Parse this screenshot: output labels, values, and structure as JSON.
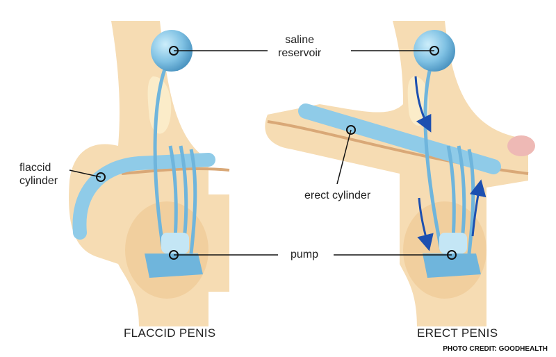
{
  "labels": {
    "reservoir_line1": "saline",
    "reservoir_line2": "reservoir",
    "flaccid_cyl_line1": "flaccid",
    "flaccid_cyl_line2": "cylinder",
    "erect_cylinder": "erect cylinder",
    "pump": "pump"
  },
  "captions": {
    "left": "FLACCID PENIS",
    "right": "ERECT PENIS"
  },
  "credit": "PHOTO CREDIT: GOODHEALTH",
  "colors": {
    "skin": "#f6dcb3",
    "skin_shade": "#eac48f",
    "implant": "#8fcbe8",
    "implant_dark": "#4d9cc6",
    "arrow": "#1c4fb0"
  }
}
